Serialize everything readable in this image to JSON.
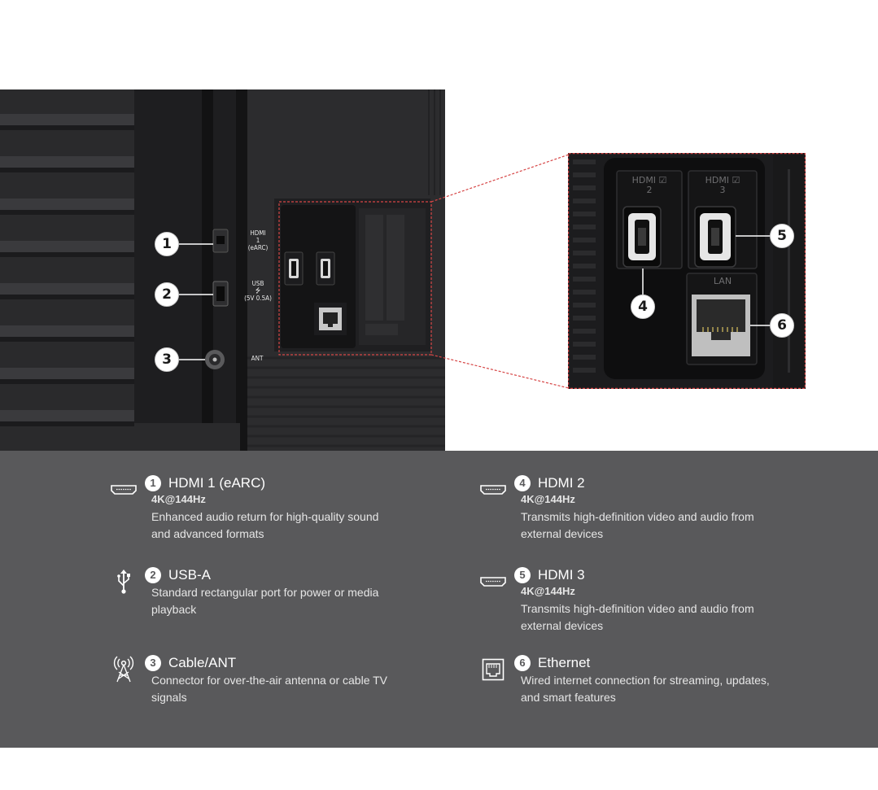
{
  "photo_labels": {
    "hdmi1": [
      "HDMI",
      "1",
      "(eARC)"
    ],
    "usb": [
      "USB",
      "(5V 0.5A)"
    ],
    "ant": "ANT",
    "hdmi2": "HDMI",
    "hdmi2_num": "2",
    "hdmi3": "HDMI",
    "hdmi3_num": "3",
    "lan": "LAN"
  },
  "callouts": [
    "1",
    "2",
    "3",
    "4",
    "5",
    "6"
  ],
  "features": [
    {
      "num": "1",
      "title": "HDMI 1 (eARC)",
      "spec": "4K@144Hz",
      "desc": "Enhanced audio return for high-quality sound and advanced formats",
      "icon": "hdmi-icon"
    },
    {
      "num": "2",
      "title": "USB-A",
      "spec": "",
      "desc": "Standard rectangular port for power or media playback",
      "icon": "usb-icon"
    },
    {
      "num": "3",
      "title": "Cable/ANT",
      "spec": "",
      "desc": "Connector for over-the-air antenna or cable TV signals",
      "icon": "antenna-icon"
    },
    {
      "num": "4",
      "title": "HDMI 2",
      "spec": "4K@144Hz",
      "desc": "Transmits high-definition video and audio from external devices",
      "icon": "hdmi-icon"
    },
    {
      "num": "5",
      "title": "HDMI 3",
      "spec": "4K@144Hz",
      "desc": "Transmits high-definition video and audio from external devices",
      "icon": "hdmi-icon"
    },
    {
      "num": "6",
      "title": "Ethernet",
      "spec": "",
      "desc": "Wired internet connection for streaming, updates, and smart features",
      "icon": "ethernet-icon"
    }
  ],
  "colors": {
    "panel": "#59595b",
    "callout_line": "#d64545",
    "tv_body": "#232325"
  }
}
